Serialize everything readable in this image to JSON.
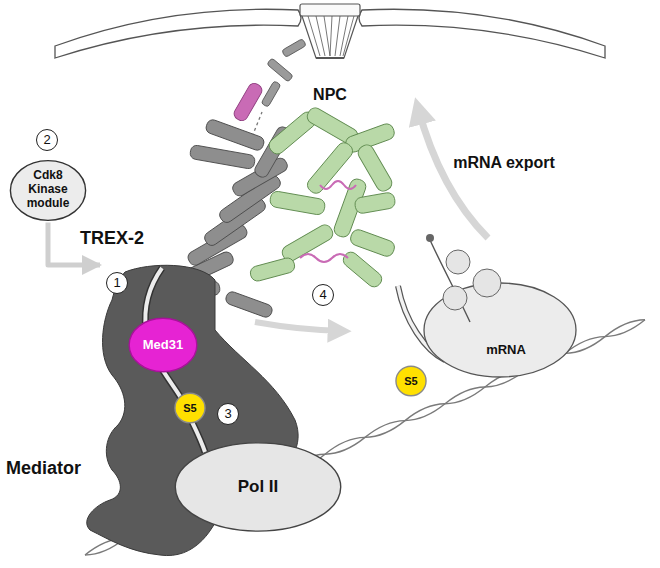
{
  "diagram": {
    "nodes": [
      {
        "text": [
          "Cdk8 Kinase module"
        ]
      },
      {
        "text": [
          "Med31"
        ]
      },
      {
        "text": [
          "Mediator"
        ]
      },
      {
        "text": [
          "S5"
        ]
      },
      {
        "text": [
          "Pol II"
        ]
      },
      {
        "text": [
          "S5"
        ]
      }
    ],
    "edges": [
      {
        "from": 0,
        "to": 2,
        "arrow": "to"
      }
    ],
    "labels": [
      "NPC",
      "mRNA export",
      "TREX-2",
      "2",
      "1",
      "4",
      "3",
      "mRNA"
    ]
  }
}
